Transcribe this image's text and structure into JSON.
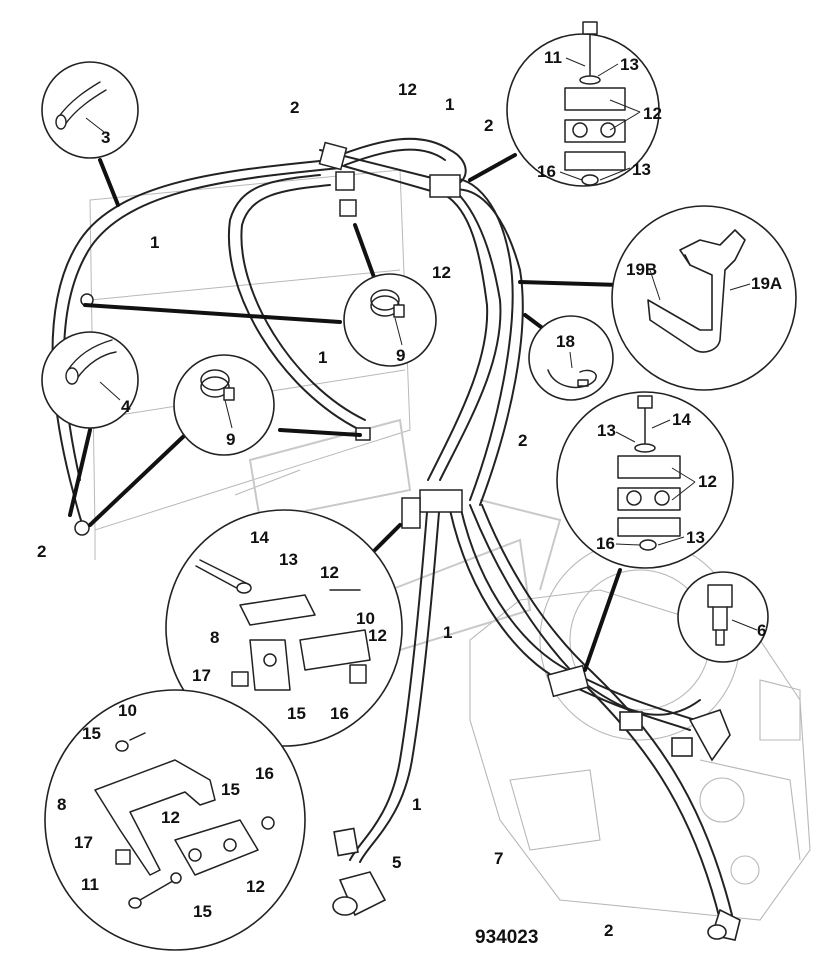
{
  "figure": {
    "reference": "934023",
    "background": "#ffffff",
    "ink": "#222222"
  },
  "labels": {
    "l1a": "1",
    "l1b": "1",
    "l1c": "1",
    "l1d": "1",
    "l1e": "1",
    "l2a": "2",
    "l2b": "2",
    "l2c": "2",
    "l2d": "2",
    "l2e": "2",
    "l3": "3",
    "l4": "4",
    "l5": "5",
    "l6": "6",
    "l7": "7",
    "l9a": "9",
    "l9b": "9",
    "l12a": "12",
    "l12b": "12",
    "l18": "18",
    "l19a": "19A",
    "l19b": "19B"
  },
  "detail_top": {
    "l11": "11",
    "l13a": "13",
    "l12": "12",
    "l16": "16",
    "l13b": "13"
  },
  "detail_mid": {
    "l13a": "13",
    "l14": "14",
    "l12": "12",
    "l16": "16",
    "l13b": "13"
  },
  "detail_left": {
    "l14": "14",
    "l13": "13",
    "l12a": "12",
    "l12b": "12",
    "l10": "10",
    "l8": "8",
    "l17": "17",
    "l15": "15",
    "l16": "16"
  },
  "detail_bottom": {
    "l10": "10",
    "l15a": "15",
    "l8": "8",
    "l15b": "15",
    "l16": "16",
    "l12a": "12",
    "l17": "17",
    "l12b": "12",
    "l11": "11",
    "l15c": "15"
  },
  "icons": [
    "corrugated-sleeve-icon",
    "hose-clamp-icon",
    "cable-tie-icon",
    "bracket-icon",
    "clamp-block-icon",
    "pressure-sensor-icon",
    "hose-fitting-icon",
    "engine-block-icon"
  ]
}
